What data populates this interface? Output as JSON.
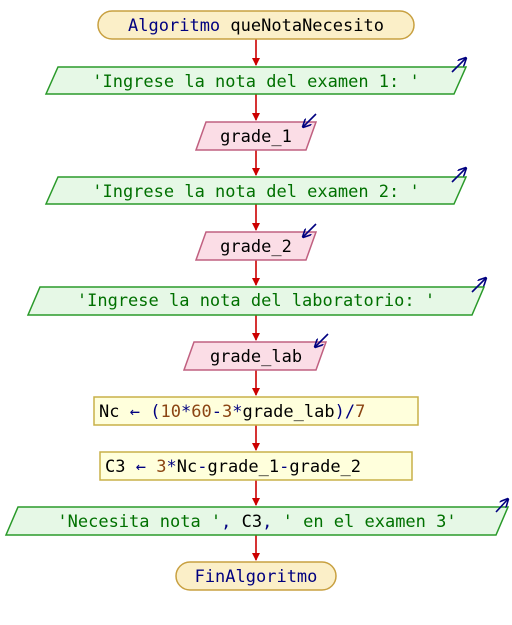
{
  "colors": {
    "flow_arrow": "#cc0000",
    "io_arrow": "#000080",
    "terminal_fill": "#fbefc8",
    "terminal_stroke": "#c8a040",
    "output_fill": "#e6f8e6",
    "output_stroke": "#2a9a2a",
    "input_fill": "#fbdde6",
    "input_stroke": "#c06080",
    "process_fill": "#ffffdc",
    "process_stroke": "#c8b048",
    "keyword_text": "#000080",
    "string_text": "#007000",
    "plain_text": "#000000",
    "operator_text": "#000080",
    "number_text": "#8b4513"
  },
  "flowchart": {
    "start": {
      "keyword": "Algoritmo",
      "name": "queNotaNecesito"
    },
    "output_1": "'Ingrese la nota del examen 1: '",
    "input_1": "grade_1",
    "output_2": "'Ingrese la nota del examen 2: '",
    "input_2": "grade_2",
    "output_3": "'Ingrese la nota del laboratorio: '",
    "input_3": "grade_lab",
    "assign_1": {
      "var": "Nc",
      "arrow": "←",
      "open": "(",
      "n1": "10",
      "op1": "*",
      "n2": "60",
      "op2": "-",
      "n3": "3",
      "op3": "*",
      "id": "grade_lab",
      "close": ")",
      "op4": "/",
      "n4": "7"
    },
    "assign_2": {
      "var": "C3",
      "arrow": "←",
      "n1": "3",
      "op1": "*",
      "id1": "Nc",
      "op2": "-",
      "id2": "grade_1",
      "op3": "-",
      "id3": "grade_2"
    },
    "output_4": {
      "s1": "'Necesita nota '",
      "sep1": ", ",
      "var": "C3",
      "sep2": ", ",
      "s2": "' en el examen 3'"
    },
    "end": {
      "keyword": "FinAlgoritmo"
    }
  }
}
